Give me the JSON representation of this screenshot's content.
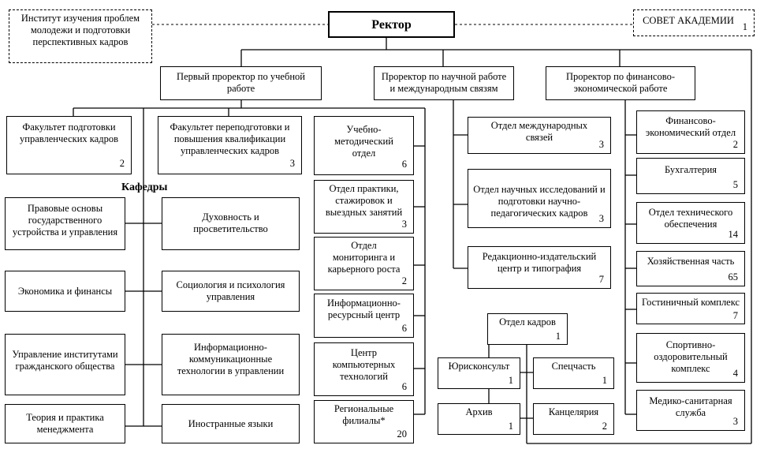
{
  "institute": {
    "label": "Институт изучения проблем молодежи и подготовки перспективных кадров"
  },
  "rector": {
    "label": "Ректор"
  },
  "council": {
    "label": "СОВЕТ АКАДЕМИИ",
    "num": "1"
  },
  "vice_rectors": {
    "first": "Первый проректор по учебной работе",
    "science": "Проректор по научной работе и международным связям",
    "finance": "Проректор по финансово-экономической работе"
  },
  "faculties": [
    {
      "label": "Факультет подготовки управленческих кадров",
      "num": "2"
    },
    {
      "label": "Факультет переподготовки и повышения квалификации управленческих кадров",
      "num": "3"
    }
  ],
  "kafedry_title": "Кафедры",
  "kafedry_left": [
    "Правовые основы государственного устройства и управления",
    "Экономика и финансы",
    "Управление институтами гражданского общества",
    "Теория и практика менеджмента"
  ],
  "kafedry_right": [
    "Духовность и просветительство",
    "Социология и психология управления",
    "Информационно-коммуникационные технологии в управлении",
    "Иностранные языки"
  ],
  "edu_depts": [
    {
      "label": "Учебно-методический отдел",
      "num": "6"
    },
    {
      "label": "Отдел практики, стажировок и выездных занятий",
      "num": "3"
    },
    {
      "label": "Отдел мониторинга и карьерного роста",
      "num": "2"
    },
    {
      "label": "Информационно-ресурсный центр",
      "num": "6"
    },
    {
      "label": "Центр компьютерных технологий",
      "num": "6"
    },
    {
      "label": "Региональные филиалы*",
      "num": "20"
    }
  ],
  "science_depts": [
    {
      "label": "Отдел международных связей",
      "num": "3"
    },
    {
      "label": "Отдел научных исследований и подготовки научно-педагогических кадров",
      "num": "3"
    },
    {
      "label": "Редакционно-издательский центр и типография",
      "num": "7"
    }
  ],
  "hr": {
    "main": {
      "label": "Отдел кадров",
      "num": "1"
    },
    "items": [
      {
        "label": "Юрисконсульт",
        "num": "1"
      },
      {
        "label": "Спецчасть",
        "num": "1"
      },
      {
        "label": "Архив",
        "num": "1"
      },
      {
        "label": "Канцелярия",
        "num": "2"
      }
    ]
  },
  "finance_depts": [
    {
      "label": "Финансово-экономический отдел",
      "num": "2"
    },
    {
      "label": "Бухгалтерия",
      "num": "5"
    },
    {
      "label": "Отдел технического обеспечения",
      "num": "14"
    },
    {
      "label": "Хозяйственная часть",
      "num": "65"
    },
    {
      "label": "Гостиничный комплекс",
      "num": "7"
    },
    {
      "label": "Спортивно-оздоровительный комплекс",
      "num": "4"
    },
    {
      "label": "Медико-санитарная служба",
      "num": "3"
    }
  ]
}
